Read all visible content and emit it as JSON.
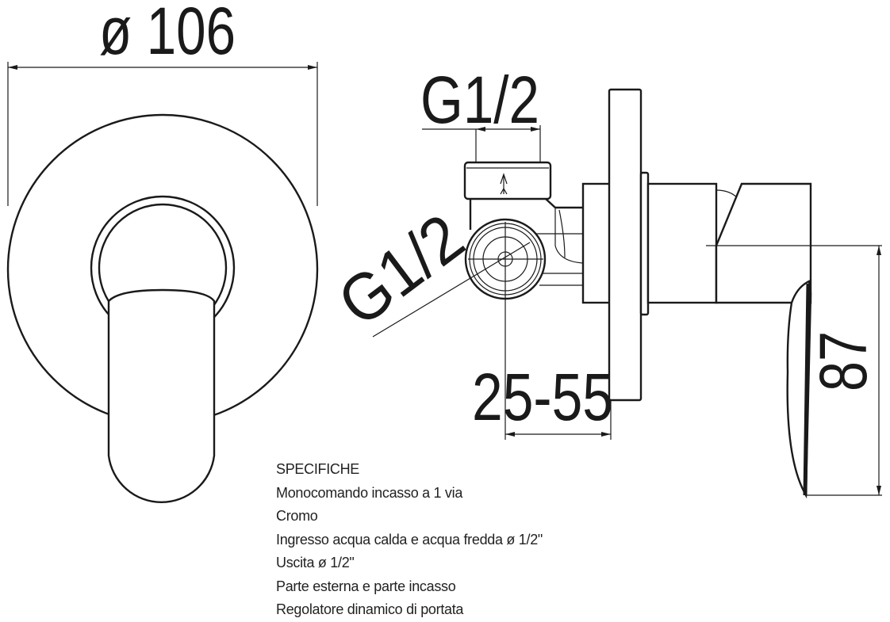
{
  "dimensions": {
    "front_diameter": "ø 106",
    "outlet_thread": "G1/2",
    "inlet_thread": "G1/2",
    "wall_depth": "25-55",
    "height": "87"
  },
  "specs": {
    "title": "SPECIFICHE",
    "lines": [
      "Monocomando incasso a 1 via",
      "Cromo",
      "Ingresso acqua calda e acqua fredda ø 1/2\"",
      "Uscita ø 1/2\"",
      "Parte esterna e parte incasso",
      "Regolatore dinamico di portata"
    ]
  }
}
